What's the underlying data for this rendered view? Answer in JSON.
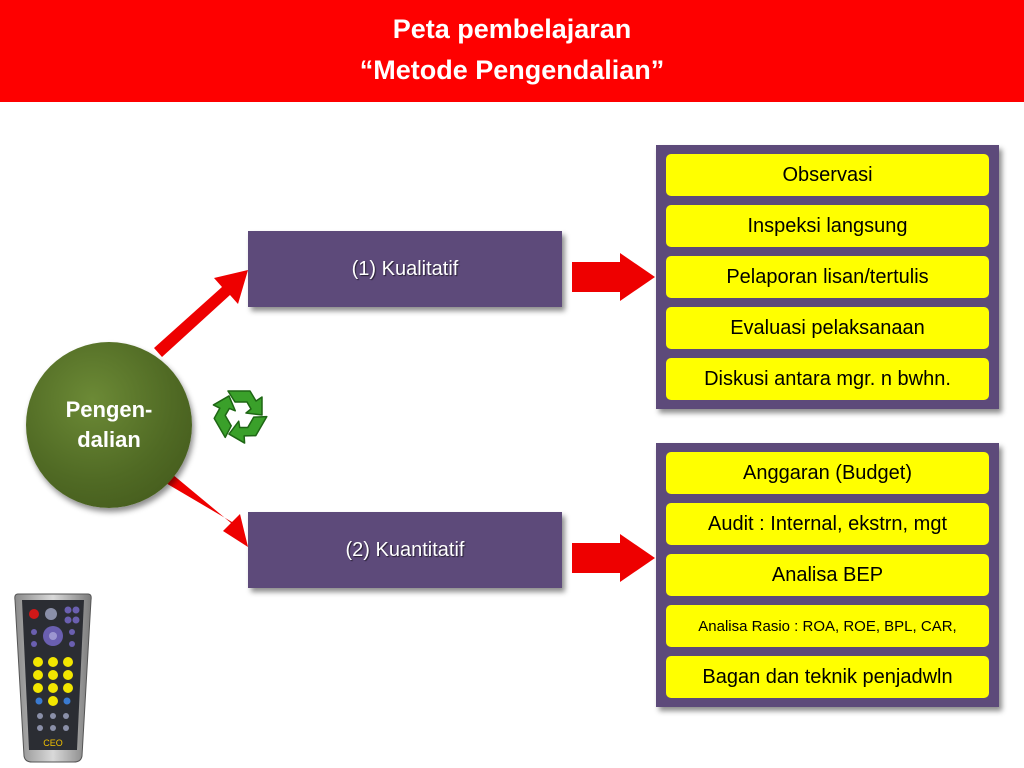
{
  "header": {
    "title_line1": "Peta pembelajaran",
    "title_line2": "“Metode Pengendalian”"
  },
  "center_node": {
    "line1": "Pengen-",
    "line2": "dalian"
  },
  "categories": [
    {
      "label": "(1) Kualitatif"
    },
    {
      "label": "(2) Kuantitatif"
    }
  ],
  "qualitative_items": [
    "Observasi",
    "Inspeksi langsung",
    "Pelaporan lisan/tertulis",
    "Evaluasi pelaksanaan",
    "Diskusi antara mgr. n bwhn."
  ],
  "quantitative_items": [
    "Anggaran (Budget)",
    "Audit : Internal, ekstrn, mgt",
    "Analisa BEP",
    "Analisa Rasio : ROA, ROE, BPL, CAR,",
    "Bagan dan teknik penjadwln"
  ],
  "remote_brand": "CEO",
  "icons": [
    "recycle-icon",
    "remote-control-icon"
  ],
  "colors": {
    "header": "#fe0000",
    "node": "#506a24",
    "box": "#5d4a7a",
    "item": "#ffff00",
    "arrow": "#ee0000",
    "recycle": "#3aa02a"
  }
}
